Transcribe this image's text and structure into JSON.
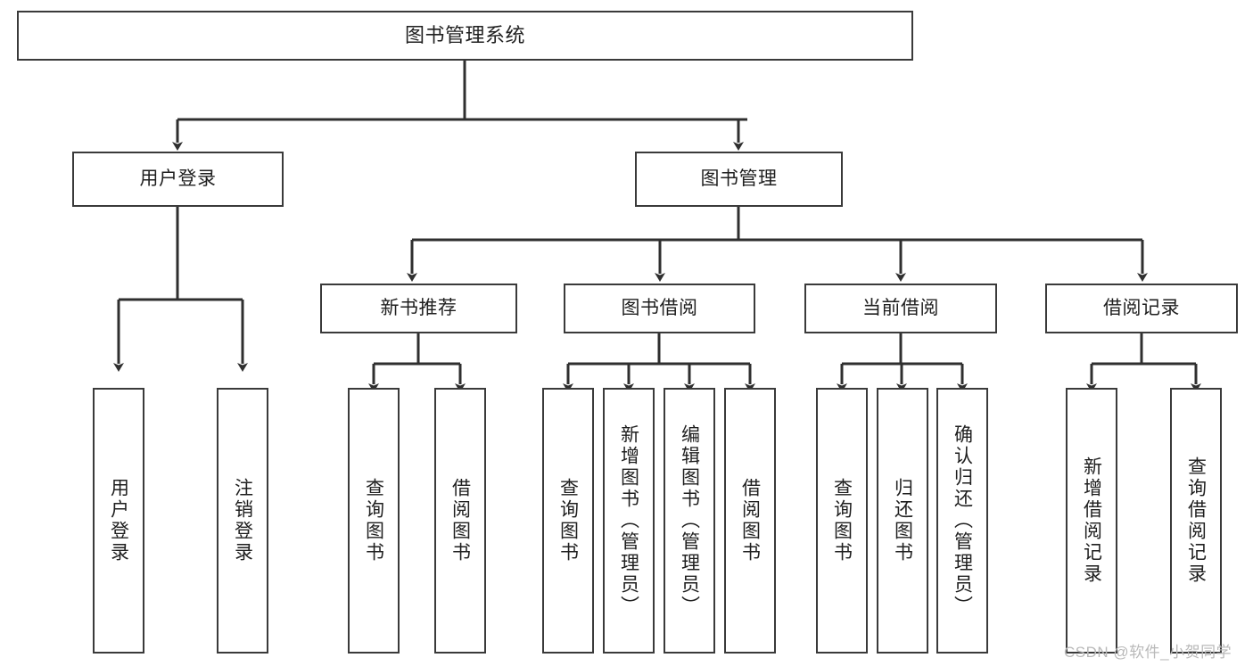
{
  "diagram": {
    "type": "tree-hierarchy-chart",
    "title_node": {
      "label": "图书管理系统"
    },
    "level2": [
      {
        "key": "user_login",
        "label": "用户登录"
      },
      {
        "key": "book_mgmt",
        "label": "图书管理"
      }
    ],
    "level3": [
      {
        "key": "new_book_rec",
        "label": "新书推荐"
      },
      {
        "key": "book_borrow",
        "label": "图书借阅"
      },
      {
        "key": "current_borrow",
        "label": "当前借阅"
      },
      {
        "key": "borrow_record",
        "label": "借阅记录"
      }
    ],
    "leaves": {
      "user_login": [
        {
          "label": "用户登录"
        },
        {
          "label": "注销登录"
        }
      ],
      "new_book_rec": [
        {
          "label": "查询图书"
        },
        {
          "label": "借阅图书"
        }
      ],
      "book_borrow": [
        {
          "label": "查询图书"
        },
        {
          "label": "新增图书（管理员）"
        },
        {
          "label": "编辑图书（管理员）"
        },
        {
          "label": "借阅图书"
        }
      ],
      "current_borrow": [
        {
          "label": "查询图书"
        },
        {
          "label": "归还图书"
        },
        {
          "label": "确认归还（管理员）"
        }
      ],
      "borrow_record": [
        {
          "label": "新增借阅记录"
        },
        {
          "label": "查询借阅记录"
        }
      ]
    },
    "colors": {
      "stroke": "#3a3a3a",
      "fill": "#ffffff",
      "text": "#1f1f1f",
      "watermark": "#b9b9b9"
    }
  },
  "watermark": {
    "text": "CSDN @软件_小贺同学"
  }
}
